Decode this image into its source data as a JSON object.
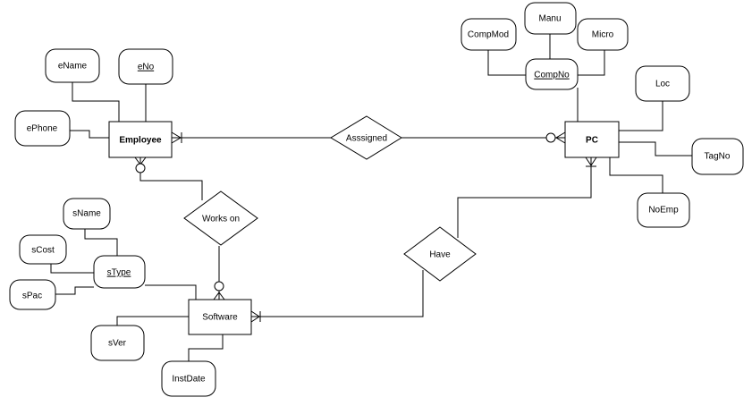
{
  "entities": {
    "employee": "Employee",
    "pc": "PC",
    "software": "Software"
  },
  "relationships": {
    "assigned": "Asssigned",
    "works_on": "Works on",
    "have": "Have"
  },
  "attributes": {
    "ename": "eName",
    "eno": "eNo",
    "ephone": "ePhone",
    "compmod": "CompMod",
    "manu": "Manu",
    "micro": "Micro",
    "compno": "CompNo",
    "loc": "Loc",
    "tagno": "TagNo",
    "noemp": "NoEmp",
    "sname": "sName",
    "scost": "sCost",
    "stype": "sType",
    "spac": "sPac",
    "sver": "sVer",
    "instdate": "InstDate"
  }
}
